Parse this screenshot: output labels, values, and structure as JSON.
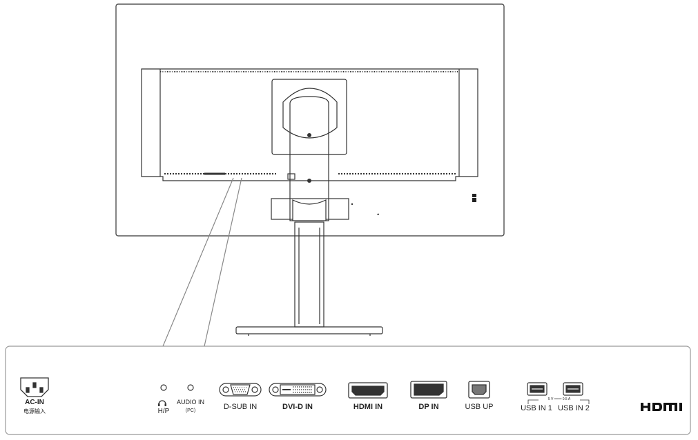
{
  "ports": {
    "ac_in": "AC-IN",
    "ac_in_sub": "电源输入",
    "headphone": "H/P",
    "audio_in": "AUDIO IN",
    "audio_in_sub": "(PC)",
    "dsub": "D-SUB IN",
    "dvi": "DVI-D IN",
    "hdmi": "HDMI IN",
    "dp": "DP IN",
    "usb_up": "USB UP",
    "usb_in1": "USB IN 1",
    "usb_in2": "USB IN 2",
    "usb_power": "5 V ═══ 0.5 A"
  },
  "logo": {
    "text": "HDMI"
  },
  "colors": {
    "line": "#333333",
    "panel_border": "#999999"
  },
  "icons": [
    "headphone-icon",
    "kensington-lock-icon",
    "hdmi-logo"
  ]
}
